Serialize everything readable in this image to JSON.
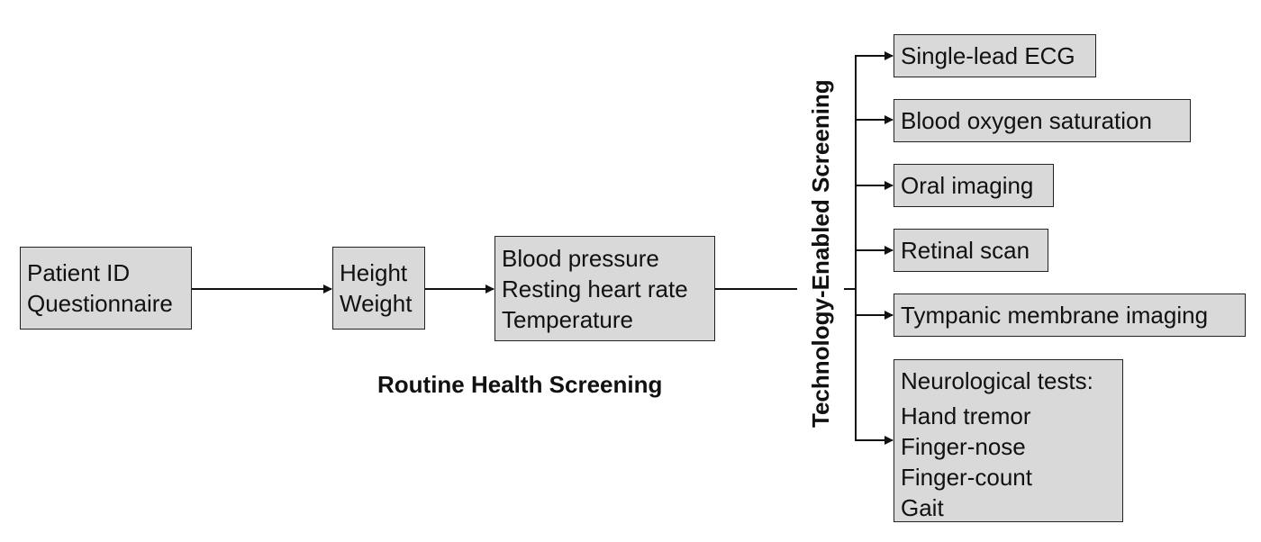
{
  "routine": {
    "patient_box": [
      "Patient ID",
      "Questionnaire"
    ],
    "hw_box": [
      "Height",
      "Weight"
    ],
    "vitals_box": [
      "Blood pressure",
      "Resting heart rate",
      "Temperature"
    ],
    "label": "Routine Health Screening"
  },
  "technology": {
    "label": "Technology-Enabled Screening",
    "items": [
      "Single-lead ECG",
      "Blood oxygen saturation",
      "Oral imaging",
      "Retinal scan",
      "Tympanic membrane imaging"
    ],
    "neuro": {
      "title": "Neurological tests:",
      "tests": [
        "Hand tremor",
        "Finger-nose",
        "Finger-count",
        "Gait"
      ]
    }
  },
  "colors": {
    "box_fill": "#d9d9d9",
    "stroke": "#111111"
  }
}
